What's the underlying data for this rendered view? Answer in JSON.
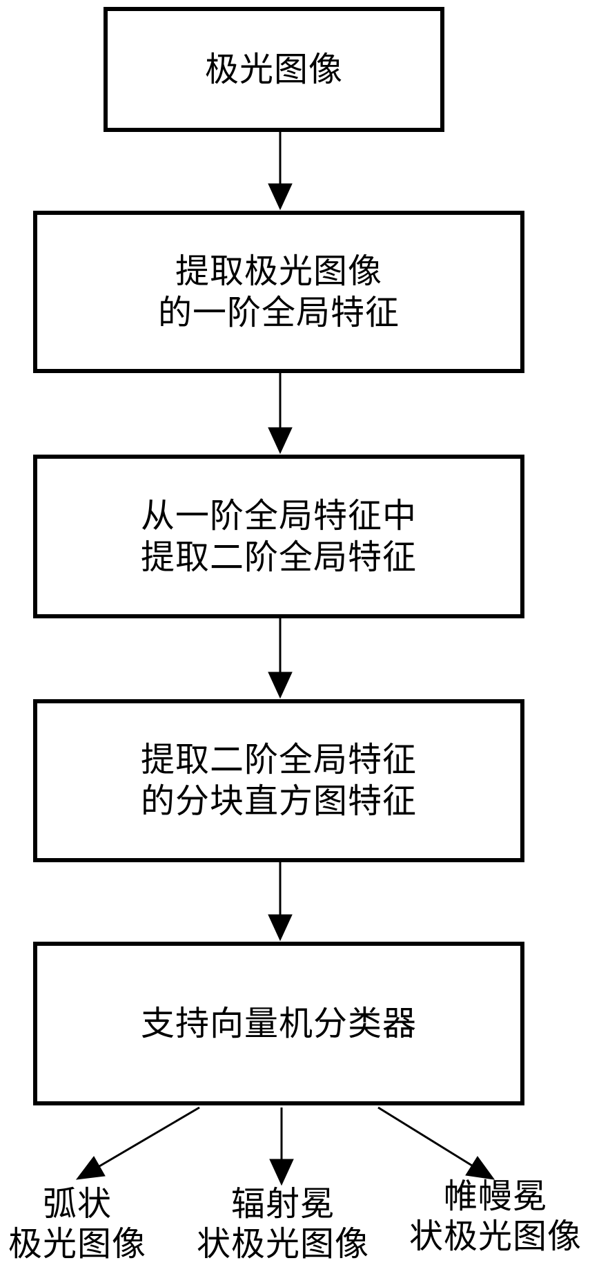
{
  "flow": {
    "boxes": [
      {
        "lines": [
          "极光图像"
        ]
      },
      {
        "lines": [
          "提取极光图像",
          "的一阶全局特征"
        ]
      },
      {
        "lines": [
          "从一阶全局特征中",
          "提取二阶全局特征"
        ]
      },
      {
        "lines": [
          "提取二阶全局特征",
          "的分块直方图特征"
        ]
      },
      {
        "lines": [
          "支持向量机分类器"
        ]
      }
    ],
    "outputs": [
      {
        "lines": [
          "弧状",
          "极光图像"
        ]
      },
      {
        "lines": [
          "辐射冕",
          "状极光图像"
        ]
      },
      {
        "lines": [
          "帷幔冕",
          "状极光图像"
        ]
      }
    ]
  },
  "colors": {
    "line": "#000000",
    "background": "#ffffff"
  }
}
